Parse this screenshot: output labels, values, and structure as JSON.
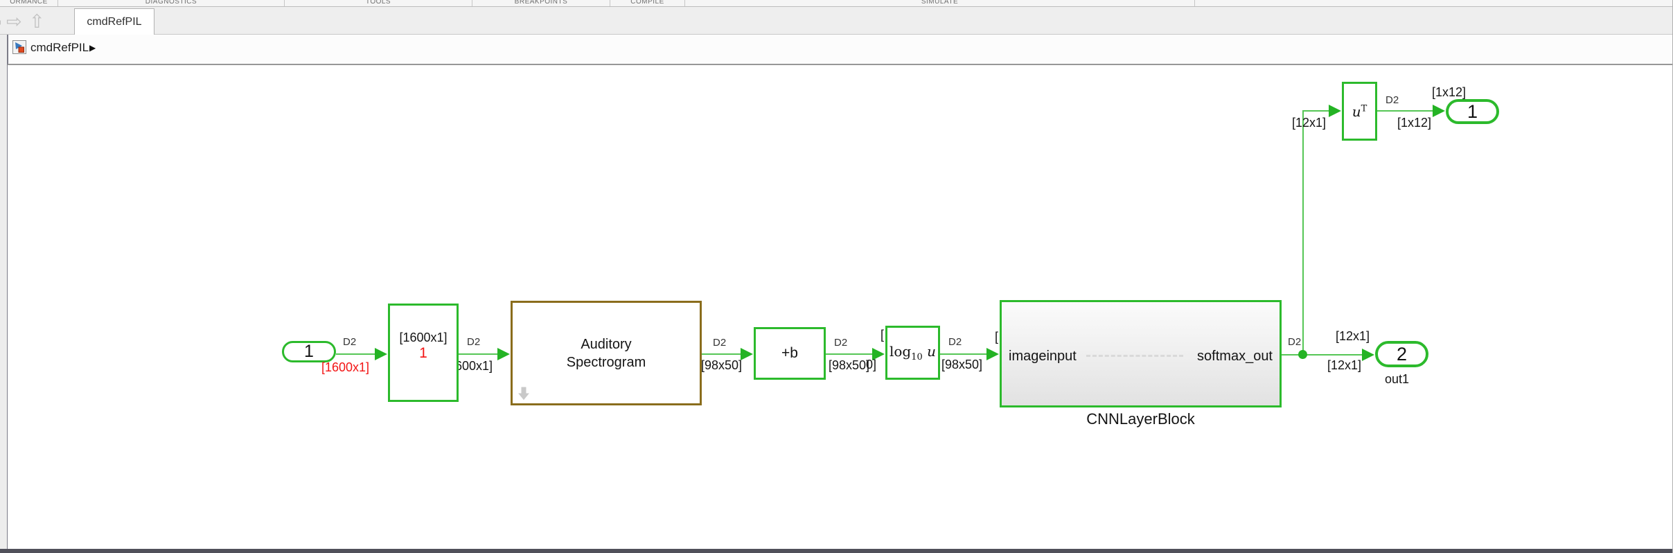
{
  "ribbon": {
    "sections": [
      {
        "label": "ORMANCE"
      },
      {
        "label": "DIAGNOSTICS"
      },
      {
        "label": "TOOLS"
      },
      {
        "label": "BREAKPOINTS"
      },
      {
        "label": "COMPILE"
      },
      {
        "label": "SIMULATE"
      },
      {
        "label": ""
      }
    ]
  },
  "toolbar": {
    "tab_label": "cmdRefPIL"
  },
  "breadcrumb": {
    "model_name": "cmdRefPIL",
    "chevron": "▶"
  },
  "canvas": {
    "labels": {
      "d2": "D2",
      "dim_1600": "[1600x1]",
      "dim_98": "[98x50]",
      "dim_12": "[12x1]",
      "dim_1x12": "[1x12]",
      "clip_bracket": "[",
      "clip_end": "0]"
    },
    "ports": {
      "inport": {
        "number": "1"
      },
      "outport_top": {
        "number": "1"
      },
      "outport_bottom": {
        "number": "2",
        "name": "out1"
      }
    },
    "blocks": {
      "reshape": {
        "dims": "[1600x1]",
        "port_num": "1"
      },
      "auditory": {
        "line1": "Auditory",
        "line2": "Spectrogram"
      },
      "bias": {
        "label": "+b"
      },
      "log": {
        "fn": "log",
        "base": "10",
        "arg": "u"
      },
      "cnn": {
        "input_port": "imageinput",
        "output_port": "softmax_out",
        "name": "CNNLayerBlock"
      },
      "transpose": {
        "arg": "u",
        "sup": "T"
      }
    },
    "colors": {
      "green": "#2cba2c",
      "wire_green": "#55c655",
      "brown": "#8a6d1c",
      "red": "#f31414"
    }
  }
}
